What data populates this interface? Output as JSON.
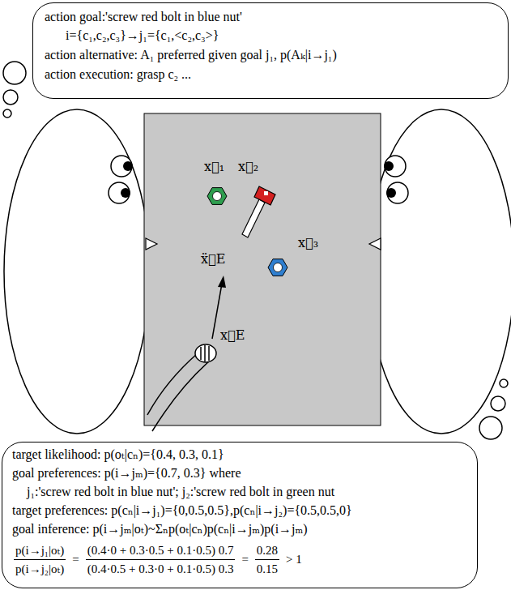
{
  "diagram": {
    "nodes": [
      {
        "text": [
          "action goal:'screw red bolt in blue nut'",
          "i={c₁,c₂,c₃}→j₁={c₁,<c₂,c₃>}",
          "action alternative: A₁ preferred given goal j₁, p(Aₖ|i→j₁)",
          "action execution: grasp c₂ ..."
        ]
      },
      {
        "text": [
          "target likelihood: p(oₜ|cₙ)={0.4, 0.3, 0.1}",
          "goal preferences: p(i→jₘ)={0.7, 0.3} where",
          "j₁:'screw red bolt in blue nut'; j₂:'screw red bolt in green nut",
          "target preferences: p(cₙ|i→j₁)={0,0.5,0.5},p(cₙ|i→j₂)={0.5,0.5,0}",
          "goal inference: p(i→jₘ|oₜ)~Σₙp(oₜ|cₙ)p(cₙ|i→jₘ)p(i→jₘ)",
          "p(i→j₁|oₜ)",
          "p(i→j₂|oₜ)",
          "=",
          "(0.4·0 + 0.3·0.5 + 0.1·0.5) 0.7",
          "(0.4·0.5 + 0.3·0 + 0.1·0.5) 0.3",
          "=",
          "0.28",
          "0.15",
          "> 1"
        ]
      }
    ],
    "labels": [
      "x⃗₁",
      "x⃗₂",
      "x⃗₃",
      "ẍ⃗E",
      "x⃗E"
    ]
  }
}
